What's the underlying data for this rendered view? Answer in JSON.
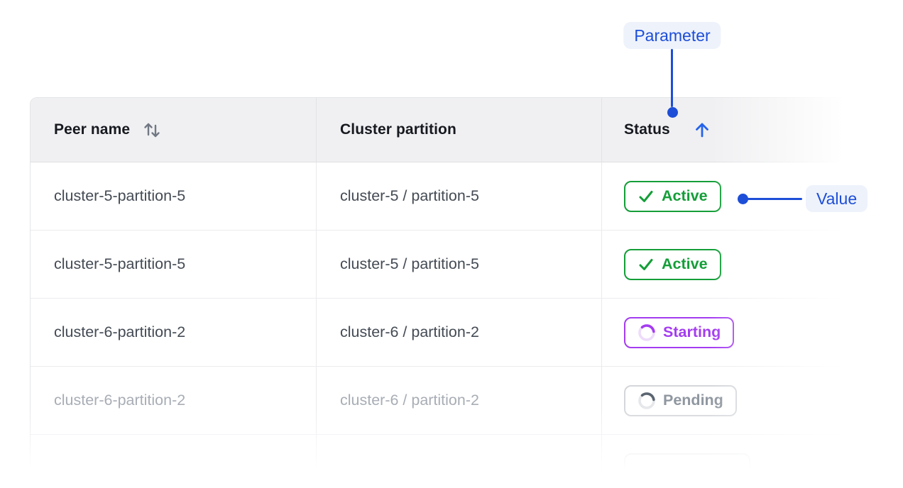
{
  "annotations": {
    "parameter_label": "Parameter",
    "value_label": "Value",
    "accent_color": "#1d4ed8",
    "accent_bg": "#eef2fb"
  },
  "table": {
    "columns": [
      {
        "label": "Peer name",
        "sort": "sortable",
        "sort_icon": "sort-up-down-icon"
      },
      {
        "label": "Cluster partition",
        "sort": "none",
        "sort_icon": ""
      },
      {
        "label": "Status",
        "sort": "asc",
        "sort_icon": "arrow-up-icon"
      }
    ],
    "rows": [
      {
        "peer_name": "cluster-5-partition-5",
        "cluster_partition": "cluster-5 / partition-5",
        "status_label": "Active",
        "status_variant": "active",
        "muted": "false"
      },
      {
        "peer_name": "cluster-5-partition-5",
        "cluster_partition": "cluster-5 / partition-5",
        "status_label": "Active",
        "status_variant": "active",
        "muted": "false"
      },
      {
        "peer_name": "cluster-6-partition-2",
        "cluster_partition": "cluster-6 / partition-2",
        "status_label": "Starting",
        "status_variant": "starting",
        "muted": "false"
      },
      {
        "peer_name": "cluster-6-partition-2",
        "cluster_partition": "cluster-6 / partition-2",
        "status_label": "Pending",
        "status_variant": "pending",
        "muted": "true"
      },
      {
        "peer_name": "",
        "cluster_partition": "",
        "status_label": "",
        "status_variant": "ghost",
        "muted": "true"
      }
    ],
    "status_colors": {
      "active": "#149e38",
      "starting": "#a43cf1",
      "pending": "#9097a0"
    },
    "header_bg": "#f0f0f2"
  }
}
